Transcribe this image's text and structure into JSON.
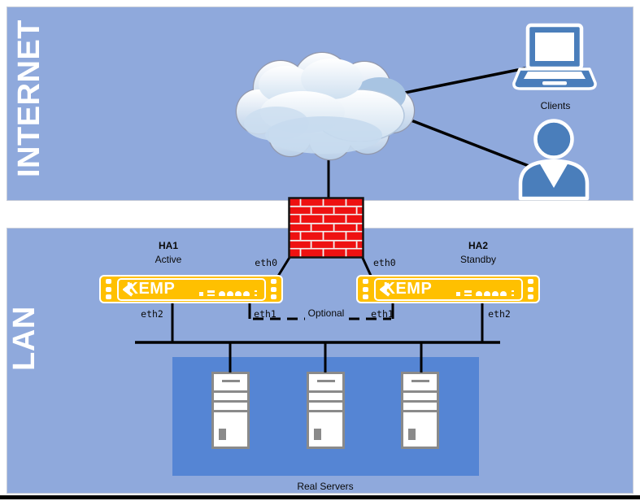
{
  "zones": {
    "internet": {
      "label": "INTERNET"
    },
    "lan": {
      "label": "LAN"
    }
  },
  "internet": {
    "clients_label": "Clients"
  },
  "devices": {
    "ha1": {
      "name": "HA1",
      "role": "Active",
      "brand": "KEMP"
    },
    "ha2": {
      "name": "HA2",
      "role": "Standby",
      "brand": "KEMP"
    }
  },
  "labels": {
    "eth0": "eth0",
    "eth1": "eth1",
    "eth2": "eth2"
  },
  "links": {
    "optional_label": "Optional"
  },
  "servers": {
    "label": "Real Servers",
    "count": 3
  },
  "colors": {
    "zone_fill": "#8FA9DC",
    "icon_blue": "#4A7EBB",
    "servers_panel_blue": "#5585D4",
    "kemp_yellow": "#FFC000",
    "firewall_red": "#EE1111",
    "connector_black": "#000000"
  }
}
